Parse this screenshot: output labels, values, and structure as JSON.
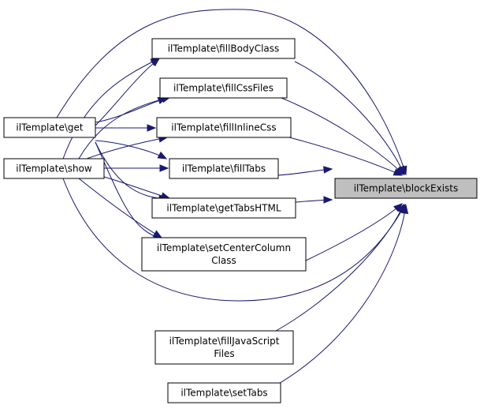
{
  "nodes": {
    "block_exists": {
      "lines": [
        "ilTemplate\\blockExists"
      ],
      "fill": "#bfbfbf"
    },
    "get": {
      "lines": [
        "ilTemplate\\get"
      ],
      "fill": "#ffffff"
    },
    "show": {
      "lines": [
        "ilTemplate\\show"
      ],
      "fill": "#ffffff"
    },
    "fill_body_class": {
      "lines": [
        "ilTemplate\\fillBodyClass"
      ],
      "fill": "#ffffff"
    },
    "fill_css_files": {
      "lines": [
        "ilTemplate\\fillCssFiles"
      ],
      "fill": "#ffffff"
    },
    "fill_inline_css": {
      "lines": [
        "ilTemplate\\fillInlineCss"
      ],
      "fill": "#ffffff"
    },
    "fill_tabs": {
      "lines": [
        "ilTemplate\\fillTabs"
      ],
      "fill": "#ffffff"
    },
    "get_tabs_html": {
      "lines": [
        "ilTemplate\\getTabsHTML"
      ],
      "fill": "#ffffff"
    },
    "set_center_column_class": {
      "lines": [
        "ilTemplate\\setCenterColumn",
        "Class"
      ],
      "fill": "#ffffff"
    },
    "fill_javascript_files": {
      "lines": [
        "ilTemplate\\fillJavaScript",
        "Files"
      ],
      "fill": "#ffffff"
    },
    "set_tabs": {
      "lines": [
        "ilTemplate\\setTabs"
      ],
      "fill": "#ffffff"
    }
  },
  "edges": [
    {
      "from": "fill_body_class",
      "to": "block_exists"
    },
    {
      "from": "fill_css_files",
      "to": "block_exists"
    },
    {
      "from": "fill_inline_css",
      "to": "block_exists"
    },
    {
      "from": "fill_tabs",
      "to": "block_exists"
    },
    {
      "from": "get_tabs_html",
      "to": "block_exists"
    },
    {
      "from": "set_center_column_class",
      "to": "block_exists"
    },
    {
      "from": "fill_javascript_files",
      "to": "block_exists"
    },
    {
      "from": "set_tabs",
      "to": "block_exists"
    },
    {
      "from": "get",
      "to": "block_exists"
    },
    {
      "from": "show",
      "to": "block_exists"
    },
    {
      "from": "get",
      "to": "fill_body_class"
    },
    {
      "from": "get",
      "to": "fill_css_files"
    },
    {
      "from": "get",
      "to": "fill_inline_css"
    },
    {
      "from": "get",
      "to": "fill_tabs"
    },
    {
      "from": "get",
      "to": "get_tabs_html"
    },
    {
      "from": "get",
      "to": "set_center_column_class"
    },
    {
      "from": "show",
      "to": "fill_body_class"
    },
    {
      "from": "show",
      "to": "fill_css_files"
    },
    {
      "from": "show",
      "to": "fill_inline_css"
    },
    {
      "from": "show",
      "to": "fill_tabs"
    },
    {
      "from": "show",
      "to": "get_tabs_html"
    },
    {
      "from": "show",
      "to": "set_center_column_class"
    }
  ],
  "colors": {
    "edge": "#191970",
    "node_border": "#000000",
    "focus_node_fill": "#bfbfbf"
  }
}
